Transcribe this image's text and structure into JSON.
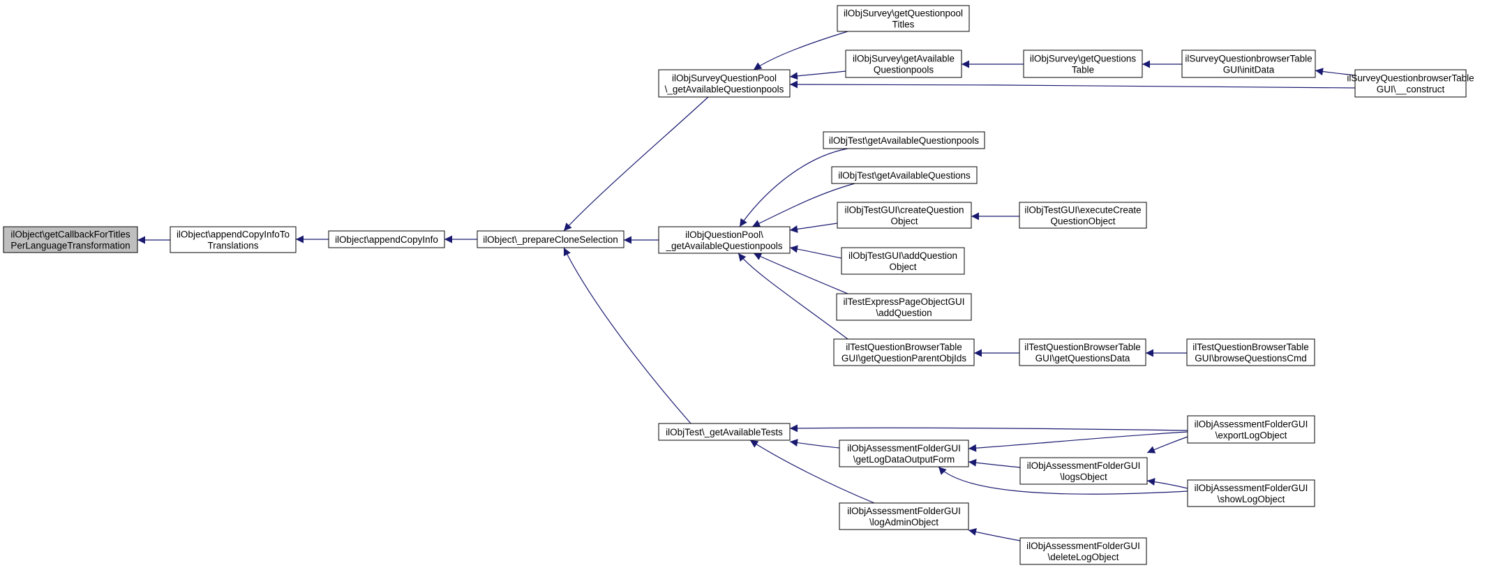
{
  "colors": {
    "edge": "#191970",
    "node_border": "#000000",
    "node_fill": "#ffffff",
    "focus_fill": "#bfbfbf"
  },
  "nodes": {
    "n_getcallback": {
      "lines": [
        "ilObject\\getCallbackForTitles",
        "PerLanguageTransformation"
      ],
      "focus": true
    },
    "n_appendtotrans": {
      "lines": [
        "ilObject\\appendCopyInfoTo",
        "Translations"
      ]
    },
    "n_appendinfo": {
      "lines": [
        "ilObject\\appendCopyInfo"
      ]
    },
    "n_prepare": {
      "lines": [
        "ilObject\\_prepareCloneSelection"
      ]
    },
    "n_surveyqp": {
      "lines": [
        "ilObjSurveyQuestionPool",
        "\\_getAvailableQuestionpools"
      ]
    },
    "n_qp": {
      "lines": [
        "ilObjQuestionPool\\",
        "_getAvailableQuestionpools"
      ]
    },
    "n_objtest_tests": {
      "lines": [
        "ilObjTest\\_getAvailableTests"
      ]
    },
    "n_survey_titles": {
      "lines": [
        "ilObjSurvey\\getQuestionpool",
        "Titles"
      ]
    },
    "n_survey_avail": {
      "lines": [
        "ilObjSurvey\\getAvailable",
        "Questionpools"
      ]
    },
    "n_survey_qtable": {
      "lines": [
        "ilObjSurvey\\getQuestions",
        "Table"
      ]
    },
    "n_sqbt_init": {
      "lines": [
        "ilSurveyQuestionbrowserTable",
        "GUI\\initData"
      ]
    },
    "n_sqbt_construct": {
      "lines": [
        "ilSurveyQuestionbrowserTable",
        "GUI\\__construct"
      ]
    },
    "n_test_avqp": {
      "lines": [
        "ilObjTest\\getAvailableQuestionpools"
      ]
    },
    "n_test_avq": {
      "lines": [
        "ilObjTest\\getAvailableQuestions"
      ]
    },
    "n_testgui_create": {
      "lines": [
        "ilObjTestGUI\\createQuestion",
        "Object"
      ]
    },
    "n_testgui_exec": {
      "lines": [
        "ilObjTestGUI\\executeCreate",
        "QuestionObject"
      ]
    },
    "n_testgui_add": {
      "lines": [
        "ilObjTestGUI\\addQuestion",
        "Object"
      ]
    },
    "n_express_add": {
      "lines": [
        "ilTestExpressPageObjectGUI",
        "\\addQuestion"
      ]
    },
    "n_tqbt_parent": {
      "lines": [
        "ilTestQuestionBrowserTable",
        "GUI\\getQuestionParentObjIds"
      ]
    },
    "n_tqbt_data": {
      "lines": [
        "ilTestQuestionBrowserTable",
        "GUI\\getQuestionsData"
      ]
    },
    "n_tqbt_browse": {
      "lines": [
        "ilTestQuestionBrowserTable",
        "GUI\\browseQuestionsCmd"
      ]
    },
    "n_afg_logform": {
      "lines": [
        "ilObjAssessmentFolderGUI",
        "\\getLogDataOutputForm"
      ]
    },
    "n_afg_logadmin": {
      "lines": [
        "ilObjAssessmentFolderGUI",
        "\\logAdminObject"
      ]
    },
    "n_afg_export": {
      "lines": [
        "ilObjAssessmentFolderGUI",
        "\\exportLogObject"
      ]
    },
    "n_afg_logs": {
      "lines": [
        "ilObjAssessmentFolderGUI",
        "\\logsObject"
      ]
    },
    "n_afg_show": {
      "lines": [
        "ilObjAssessmentFolderGUI",
        "\\showLogObject"
      ]
    },
    "n_afg_delete": {
      "lines": [
        "ilObjAssessmentFolderGUI",
        "\\deleteLogObject"
      ]
    }
  },
  "edges": [
    {
      "from": "n_appendtotrans",
      "to": "n_getcallback"
    },
    {
      "from": "n_appendinfo",
      "to": "n_appendtotrans"
    },
    {
      "from": "n_prepare",
      "to": "n_appendinfo"
    },
    {
      "from": "n_surveyqp",
      "to": "n_prepare"
    },
    {
      "from": "n_qp",
      "to": "n_prepare"
    },
    {
      "from": "n_objtest_tests",
      "to": "n_prepare"
    },
    {
      "from": "n_survey_titles",
      "to": "n_surveyqp"
    },
    {
      "from": "n_survey_avail",
      "to": "n_surveyqp"
    },
    {
      "from": "n_sqbt_construct",
      "to": "n_surveyqp"
    },
    {
      "from": "n_survey_qtable",
      "to": "n_survey_avail"
    },
    {
      "from": "n_sqbt_init",
      "to": "n_survey_qtable"
    },
    {
      "from": "n_sqbt_construct",
      "to": "n_sqbt_init"
    },
    {
      "from": "n_test_avqp",
      "to": "n_qp"
    },
    {
      "from": "n_test_avq",
      "to": "n_qp"
    },
    {
      "from": "n_testgui_create",
      "to": "n_qp"
    },
    {
      "from": "n_testgui_add",
      "to": "n_qp"
    },
    {
      "from": "n_express_add",
      "to": "n_qp"
    },
    {
      "from": "n_tqbt_parent",
      "to": "n_qp"
    },
    {
      "from": "n_testgui_exec",
      "to": "n_testgui_create"
    },
    {
      "from": "n_tqbt_data",
      "to": "n_tqbt_parent"
    },
    {
      "from": "n_tqbt_browse",
      "to": "n_tqbt_data"
    },
    {
      "from": "n_afg_export",
      "to": "n_objtest_tests"
    },
    {
      "from": "n_afg_logform",
      "to": "n_objtest_tests"
    },
    {
      "from": "n_afg_logadmin",
      "to": "n_objtest_tests"
    },
    {
      "from": "n_afg_export",
      "to": "n_afg_logform"
    },
    {
      "from": "n_afg_logs",
      "to": "n_afg_logform"
    },
    {
      "from": "n_afg_show",
      "to": "n_afg_logform"
    },
    {
      "from": "n_afg_export",
      "to": "n_afg_logs"
    },
    {
      "from": "n_afg_show",
      "to": "n_afg_logs"
    },
    {
      "from": "n_afg_delete",
      "to": "n_afg_logadmin"
    }
  ]
}
